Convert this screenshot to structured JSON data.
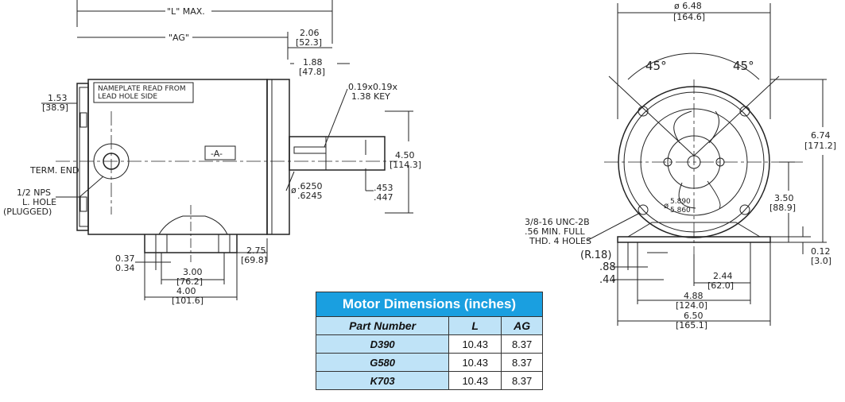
{
  "side_view": {
    "L_max": "\"L\" MAX.",
    "AG": "\"AG\"",
    "dim_206": "2.06",
    "dim_206_mm": "[52.3]",
    "dim_188": "1.88",
    "dim_188_mm": "[47.8]",
    "key_1": "0.19x0.19x",
    "key_2": "1.38 KEY",
    "nameplate_1": "NAMEPLATE READ FROM",
    "nameplate_2": "LEAD HOLE SIDE",
    "dim_153": "1.53",
    "dim_153_mm": "[38.9]",
    "datum_a": "-A-",
    "term_end": "TERM. END",
    "dim_450": "4.50",
    "dim_450_mm": "[114.3]",
    "shaft_dia_symbol": "ø",
    "shaft_dia_1": ".6250",
    "shaft_dia_2": ".6245",
    "dim_453": ".453",
    "dim_447": ".447",
    "nps_1": "1/2 NPS",
    "nps_2": "L. HOLE",
    "nps_3": "(PLUGGED)",
    "dim_275": "2.75",
    "dim_275_mm": "[69.8]",
    "dim_037": "0.37",
    "dim_034": "0.34",
    "dim_300": "3.00",
    "dim_300_mm": "[76.2]",
    "dim_400": "4.00",
    "dim_400_mm": "[101.6]"
  },
  "end_view": {
    "dia_648": "ø 6.48",
    "dia_648_mm": "[164.6]",
    "angle_left": "45°",
    "angle_right": "45°",
    "dim_674": "6.74",
    "dim_674_mm": "[171.2]",
    "bolt_circle_symbol": "ø",
    "bolt_circle_1": "5.890",
    "bolt_circle_2": "5.860",
    "dim_350": "3.50",
    "dim_350_mm": "[88.9]",
    "thread_1": "3/8-16 UNC-2B",
    "thread_2": ".56 MIN. FULL",
    "thread_3": "THD. 4 HOLES",
    "dim_r18": "(R.18)",
    "dim_088": ".88",
    "dim_044": ".44",
    "dim_012": "0.12",
    "dim_012_mm": "[3.0]",
    "dim_244": "2.44",
    "dim_244_mm": "[62.0]",
    "dim_488": "4.88",
    "dim_488_mm": "[124.0]",
    "dim_650": "6.50",
    "dim_650_mm": "[165.1]"
  },
  "table": {
    "title": "Motor Dimensions (inches)",
    "headers": [
      "Part Number",
      "L",
      "AG"
    ],
    "rows": [
      [
        "D390",
        "10.43",
        "8.37"
      ],
      [
        "G580",
        "10.43",
        "8.37"
      ],
      [
        "K703",
        "10.43",
        "8.37"
      ]
    ]
  }
}
